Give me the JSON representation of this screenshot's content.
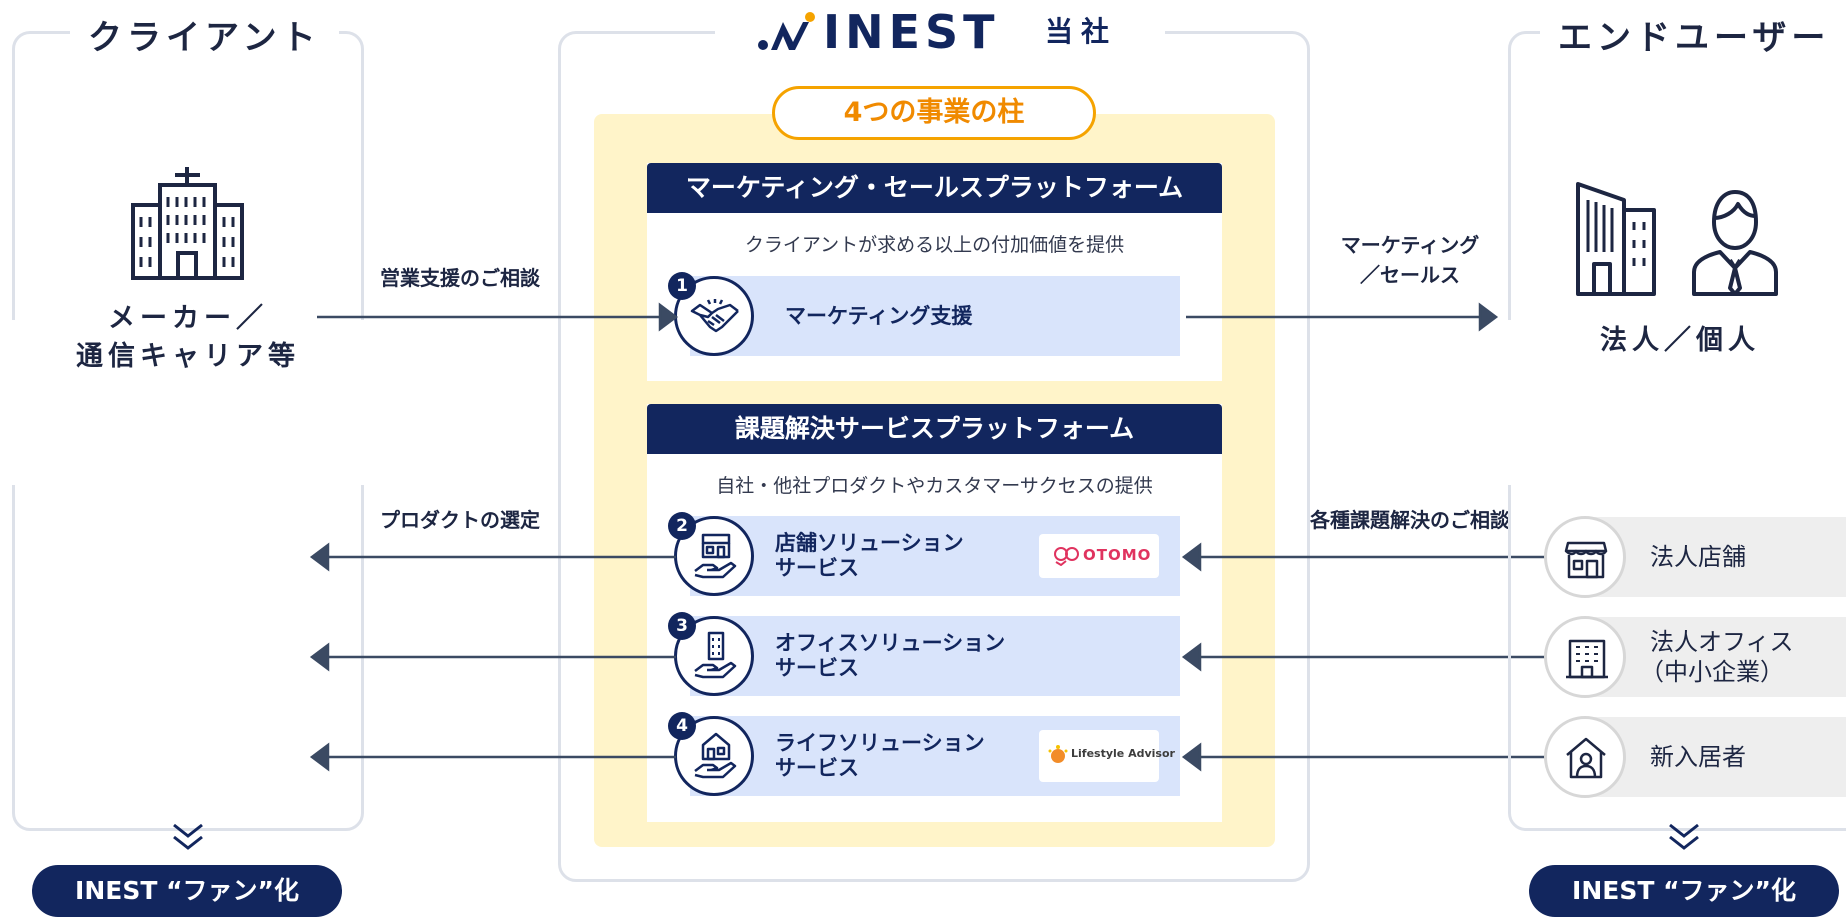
{
  "client": {
    "title": "クライアント",
    "name_line1": "メーカー／",
    "name_line2": "通信キャリア等",
    "fan_label": "INEST “ファン”化",
    "building_icon": "office-building-icon"
  },
  "company": {
    "logo_text": "INEST",
    "label": "当社",
    "pillar_title": "4つの事業の柱",
    "marketing_platform": {
      "title": "マーケティング・セールスプラットフォーム",
      "subtitle": "クライアントが求める以上の付加価値を提供",
      "service": {
        "number": "1",
        "name": "マーケティング支援",
        "icon": "handshake-icon"
      }
    },
    "solution_platform": {
      "title": "課題解決サービスプラットフォーム",
      "subtitle": "自社・他社プロダクトやカスタマーサクセスの提供",
      "services": [
        {
          "number": "2",
          "line1": "店舗ソリューション",
          "line2": "サービス",
          "icon": "store-hand-icon",
          "logo": "OTOMO"
        },
        {
          "number": "3",
          "line1": "オフィスソリューション",
          "line2": "サービス",
          "icon": "office-hand-icon",
          "logo": ""
        },
        {
          "number": "4",
          "line1": "ライフソリューション",
          "line2": "サービス",
          "icon": "house-hand-icon",
          "logo": "Lifestyle Advisor"
        }
      ]
    }
  },
  "arrows": {
    "consult": "営業支援のご相談",
    "marketing_line1": "マーケティング",
    "marketing_line2": "／セールス",
    "product": "プロダクトの選定",
    "issues": "各種課題解決のご相談"
  },
  "end_user": {
    "title": "エンドユーザー",
    "name": "法人／個人",
    "fan_label": "INEST “ファン”化",
    "segments": [
      {
        "line1": "法人店舗",
        "line2": "",
        "icon": "storefront-icon"
      },
      {
        "line1": "法人オフィス",
        "line2": "（中小企業）",
        "icon": "office-icon"
      },
      {
        "line1": "新入居者",
        "line2": "",
        "icon": "house-person-icon"
      }
    ]
  },
  "colors": {
    "navy": "#12265e",
    "light_blue": "#d9e4fb",
    "cream": "#fff4c9",
    "orange": "#f5a300",
    "frame": "#dde1e9"
  }
}
